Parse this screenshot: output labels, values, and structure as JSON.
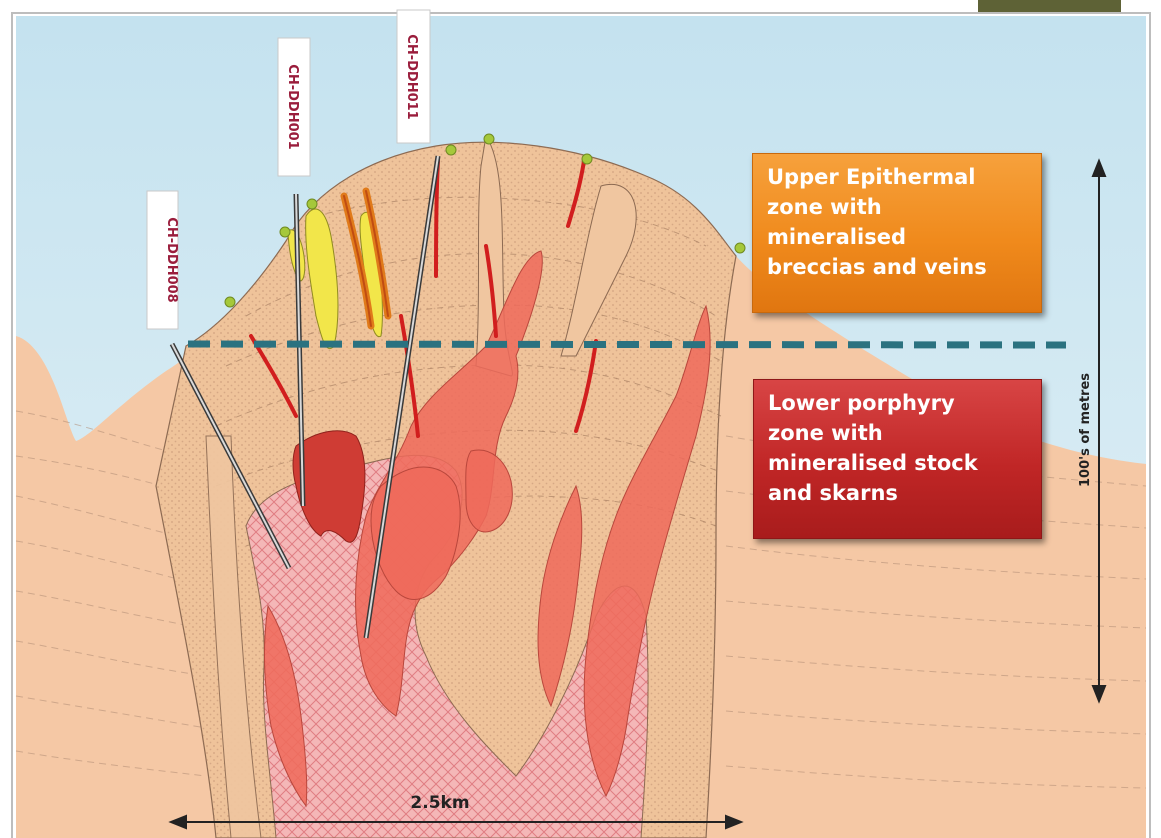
{
  "drillholes": [
    {
      "id": "ch-ddh008",
      "label": "CH-DDH008"
    },
    {
      "id": "ch-ddh001",
      "label": "CH-DDH001"
    },
    {
      "id": "ch-ddh011",
      "label": "CH-DDH011"
    }
  ],
  "upper_zone": {
    "lines": [
      "Upper Epithermal",
      "zone with",
      "mineralised",
      "breccias and veins"
    ],
    "color": "#f08a1c"
  },
  "lower_zone": {
    "lines": [
      "Lower porphyry",
      "zone with",
      "mineralised stock",
      "and skarns"
    ],
    "color": "#c02626"
  },
  "vertical_scale": {
    "label": "100's of metres"
  },
  "horizontal_scale": {
    "label": "2.5km"
  },
  "colors": {
    "sky": "#d5e9f1",
    "host_rock": "#f5c8a5",
    "intrusion_body": "#efc39a",
    "mineralised_zone": "#ee6a5a",
    "stock_core": "#f4b7b7",
    "breccia": "#f2e64a",
    "vein": "#d11e1e",
    "divider": "#2b7280"
  }
}
